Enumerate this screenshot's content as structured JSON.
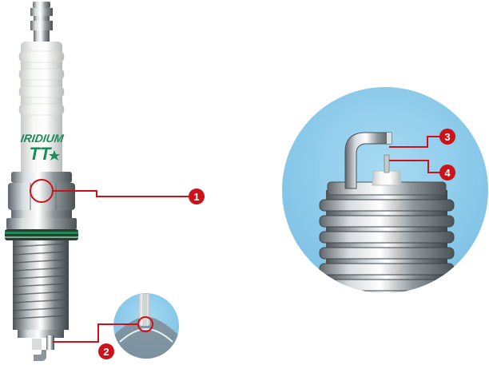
{
  "brand": {
    "line1": "IRIDIUM",
    "line2": "TT"
  },
  "callouts": [
    {
      "number": "1"
    },
    {
      "number": "2"
    },
    {
      "number": "3"
    },
    {
      "number": "4"
    }
  ],
  "colors": {
    "marker_red": "#cc1118",
    "magnifier_blue": "#8ccbea",
    "brand_green": "#1d8a5a",
    "insulator_white": "#eef0ee",
    "metal": "#9aa2a6"
  }
}
